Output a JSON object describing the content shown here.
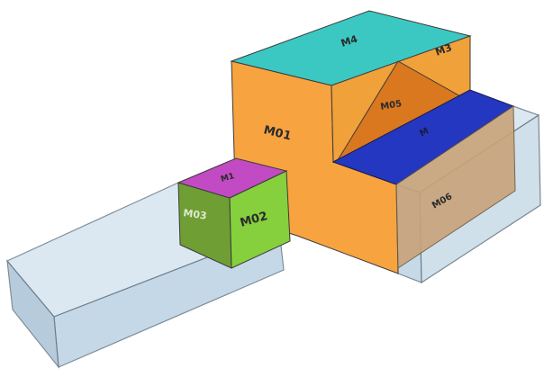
{
  "labels": {
    "left_top": "M1",
    "left_front": "M02",
    "left_side": "M03",
    "main_top": "M4",
    "main_front": "M01",
    "tri_top": "M3",
    "tri_face": "M05",
    "blue_top": "M",
    "glass_front": "M06"
  },
  "colors": {
    "background": "#ffffff",
    "teal_top": "#3cc8c2",
    "orange_front": "#f7a340",
    "orange_side": "#f0a13a",
    "orange_dark": "#d9781f",
    "blue_top": "#2437c0",
    "blue_side": "#1d2d9e",
    "purple_top": "#c24bc3",
    "green_front": "#86cf3d",
    "green_side": "#6f9f34",
    "glass_fill": "#c7dbea",
    "glass_stroke": "#6b7b88",
    "tan_box": "#c9a37a"
  }
}
